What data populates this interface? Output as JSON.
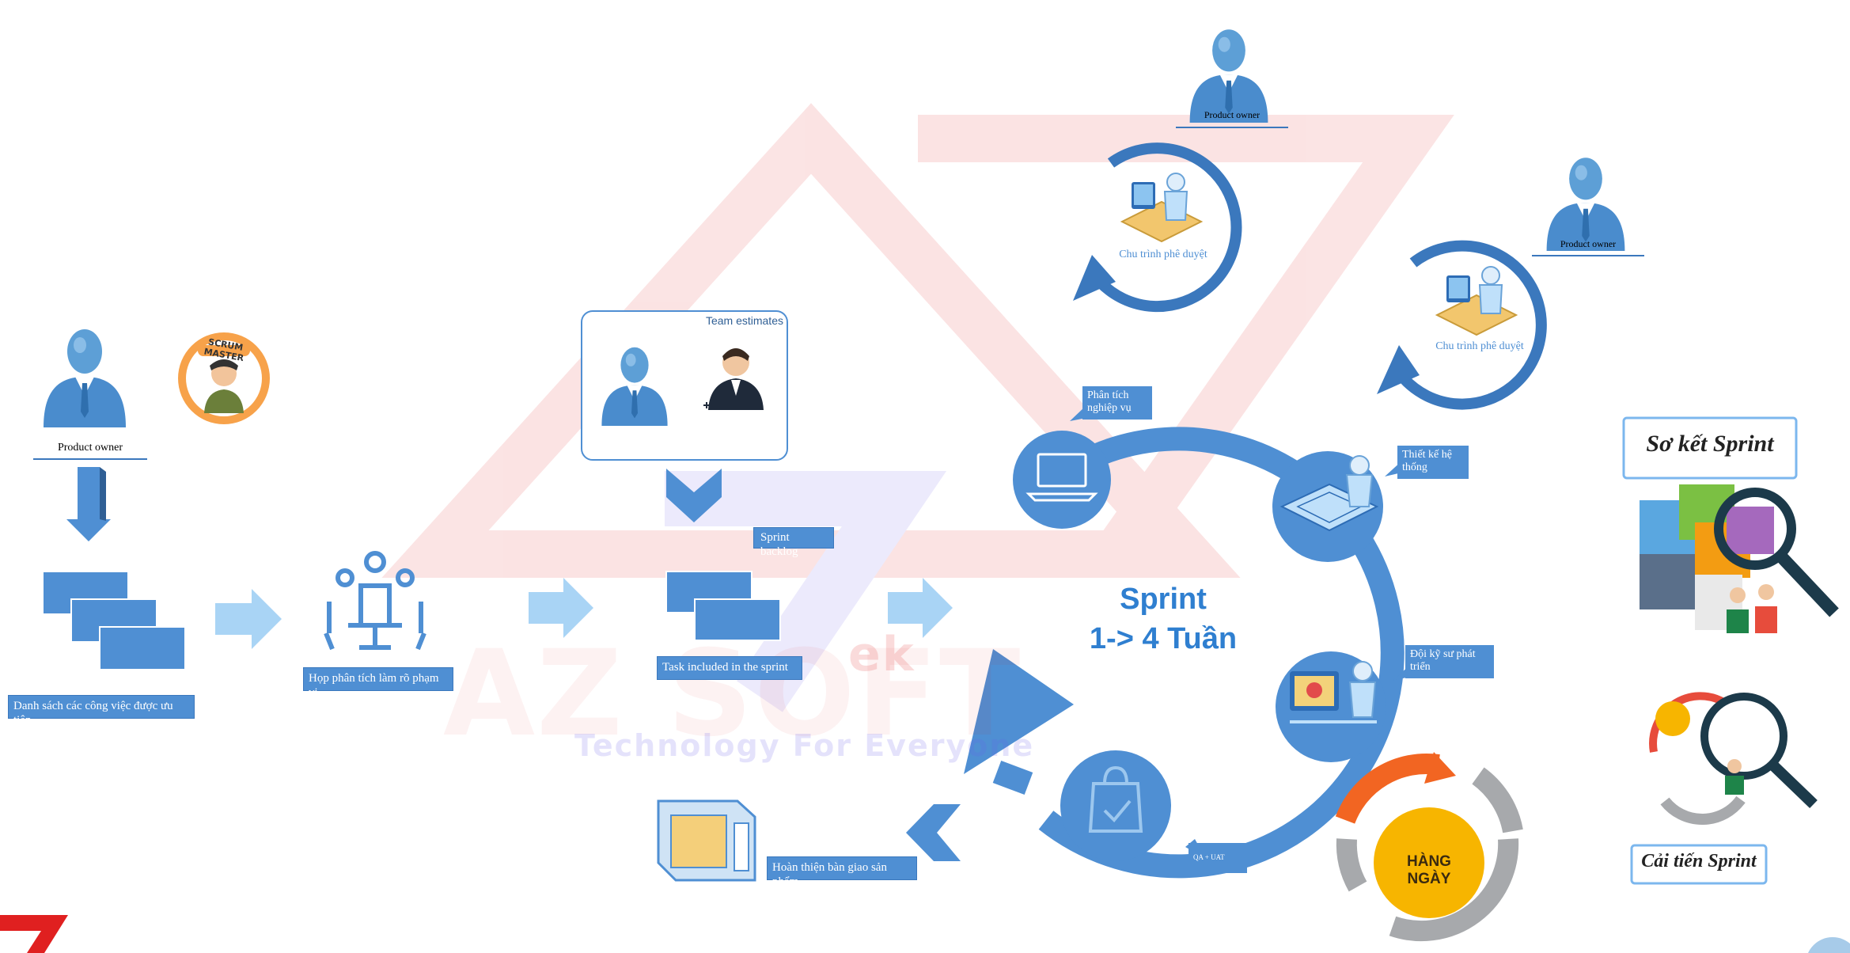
{
  "left_product_owner_label": "Product owner",
  "scrum_master_badge": "SCRUM MASTER",
  "backlog_list_label": "Danh sách các công việc được ưu tiên",
  "meeting_label": "Họp phân tích làm rõ phạm vi",
  "team_estimates_label": "Team estimates",
  "sprint_backlog_label": "Sprint backlog",
  "task_included_label": "Task included in the sprint",
  "deliver_label": "Hoàn thiện bàn giao sản phẩm",
  "sprint": {
    "title": "Sprint",
    "duration": "1-> 4 Tuần"
  },
  "cycle_steps": {
    "analysis": "Phân tích nghiệp vụ",
    "design": "Thiết kế hệ thống",
    "develop": "Đội kỹ sư phát triển",
    "qa": "QA + UAT"
  },
  "approval_top": {
    "product_owner": "Product owner",
    "label": "Chu trình phê duyệt"
  },
  "approval_right": {
    "product_owner": "Product owner",
    "label": "Chu trình phê duyệt"
  },
  "daily_label": "HÀNG NGÀY",
  "sprint_review_label": "Sơ kết Sprint",
  "sprint_retro_label": "Cải tiến Sprint",
  "watermark": {
    "brand": "AZ SOFT",
    "tek": "ek",
    "tagline": "Technology For Everyone"
  },
  "colors": {
    "accent": "#4f8fd3",
    "dark_blue": "#3b78bd",
    "light_arrow": "#a9d4f5",
    "sprint_text": "#2f7fd0",
    "red_logo": "#e02020",
    "orange": "#f26522",
    "yellow": "#f7b500"
  }
}
